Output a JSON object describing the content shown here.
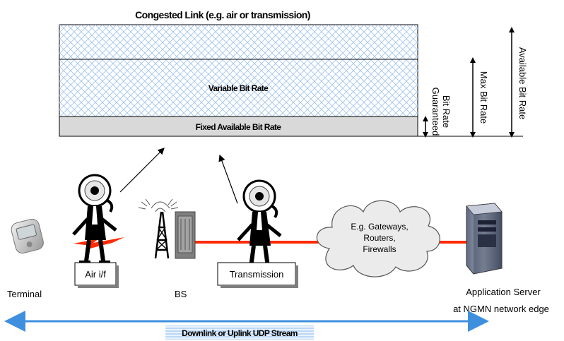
{
  "diagram": {
    "title": "Congested Link (e.g. air or transmission)",
    "variable_label": "Variable Bit Rate",
    "fixed_label": "Fixed Available Bit Rate",
    "guaranteed_line1": "Guaranteed",
    "guaranteed_line2": "Bit Rate",
    "max_label": "Max Bit Rate",
    "available_label": "Available Bit Rate",
    "air_if_label": "Air i/f",
    "transmission_label": "Transmission",
    "cloud_line1": "E.g. Gateways,",
    "cloud_line2": "Routers,",
    "cloud_line3": "Firewalls",
    "terminal_label": "Terminal",
    "bs_label": "BS",
    "server_line1": "Application Server",
    "server_line2": "at NGMN network edge",
    "stream_label": "Downlink or Uplink UDP Stream"
  },
  "colors": {
    "link_line": "#ff2a00",
    "stream_arrow": "#3f8fdf",
    "hatch": "#9fc4ef",
    "fixed_fill": "#d9d9d9"
  },
  "icons": {
    "observer": "magnifier-man-icon",
    "terminal": "handheld-terminal-icon",
    "base_station": "base-station-icon",
    "server": "server-tower-icon",
    "cloud": "network-cloud-icon"
  }
}
